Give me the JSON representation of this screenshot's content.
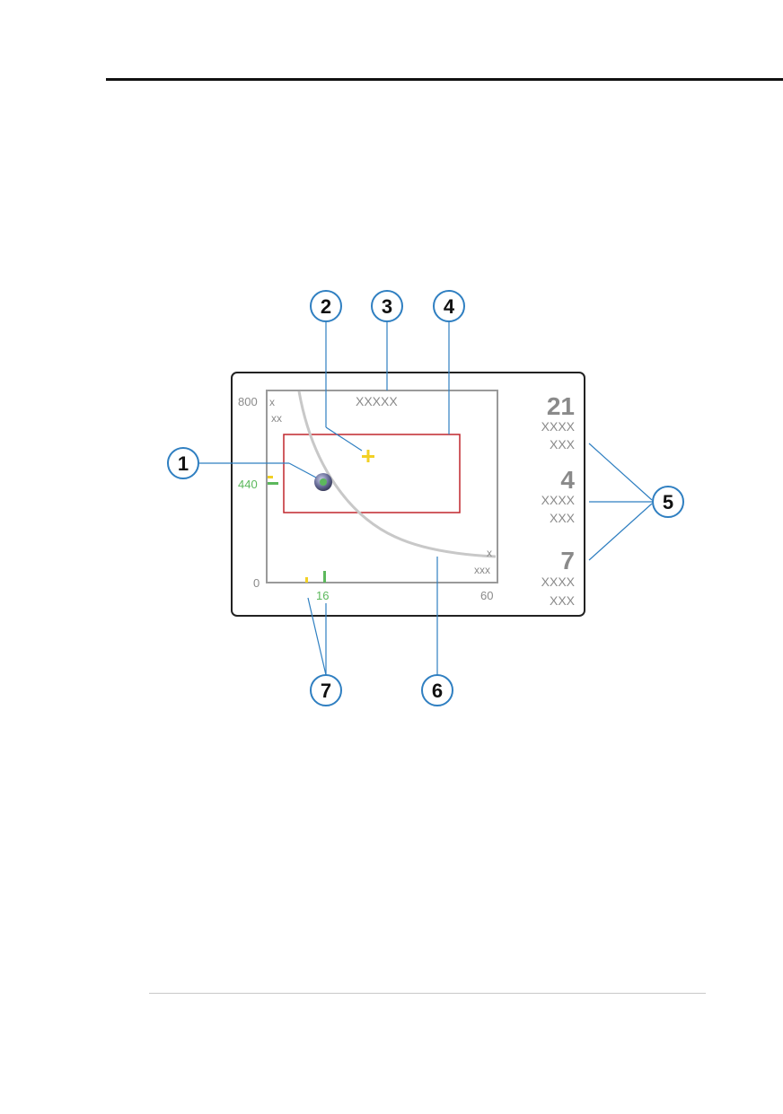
{
  "axis": {
    "y_max": "800",
    "y_min": "0",
    "y_marker": "440",
    "x_max": "60",
    "x_marker": "16",
    "top_label_line1": "x",
    "top_label_line2": "xx",
    "top_title": "XXXXX",
    "right_label_line1": "x",
    "right_label_line2": "xxx"
  },
  "stats": [
    {
      "value": "21",
      "line1": "XXXX",
      "line2": "XXX"
    },
    {
      "value": "4",
      "line1": "XXXX",
      "line2": "XXX"
    },
    {
      "value": "7",
      "line1": "XXXX",
      "line2": "XXX"
    }
  ],
  "callouts": [
    "1",
    "2",
    "3",
    "4",
    "5",
    "6",
    "7"
  ],
  "colors": {
    "frame": "#222222",
    "plot_border": "#9a9a9a",
    "target_box": "#c0262d",
    "marker_green": "#5cb85c",
    "marker_yellow": "#f2d024",
    "leader": "#2f7fc1",
    "curve": "#c8c8c8"
  }
}
